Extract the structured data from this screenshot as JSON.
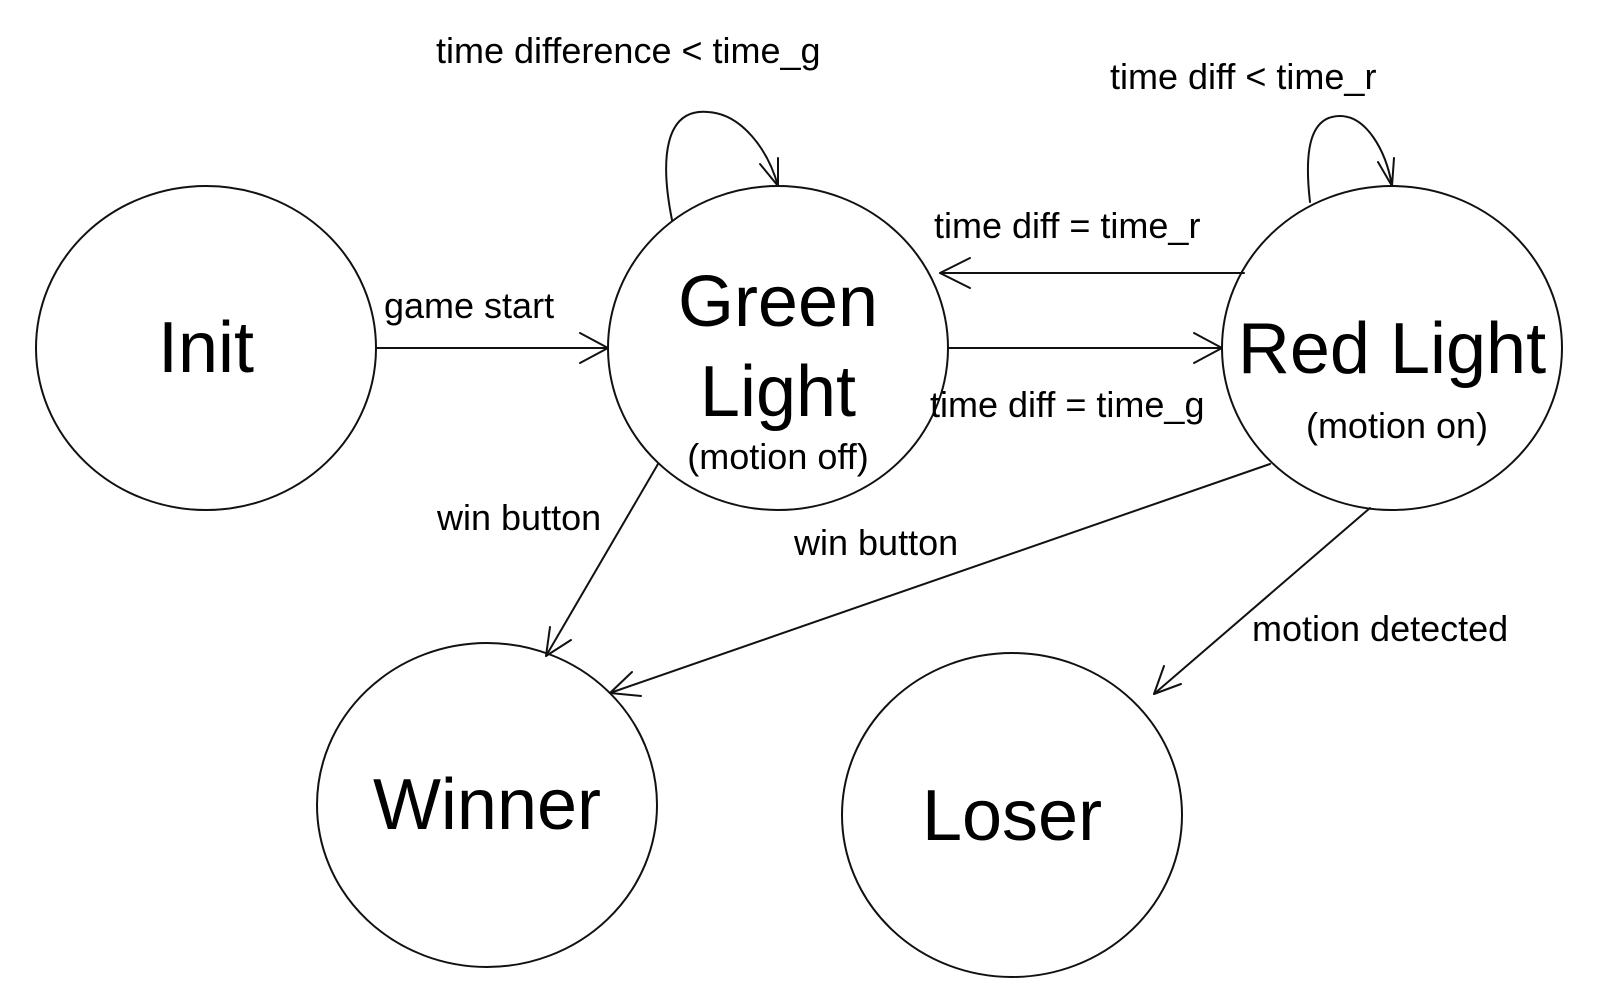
{
  "states": {
    "init": {
      "name": "Init"
    },
    "green": {
      "line1": "Green",
      "line2": "Light",
      "note": "(motion off)"
    },
    "red": {
      "name": "Red Light",
      "note": "(motion on)"
    },
    "winner": {
      "name": "Winner"
    },
    "loser": {
      "name": "Loser"
    }
  },
  "transitions": {
    "init_to_green": "game start",
    "green_self": "time difference < time_g",
    "red_self": "time diff < time_r",
    "red_to_green": "time diff = time_r",
    "green_to_red": "time diff = time_g",
    "green_to_winner": "win button",
    "red_to_winner": "win button",
    "red_to_loser": "motion detected"
  }
}
